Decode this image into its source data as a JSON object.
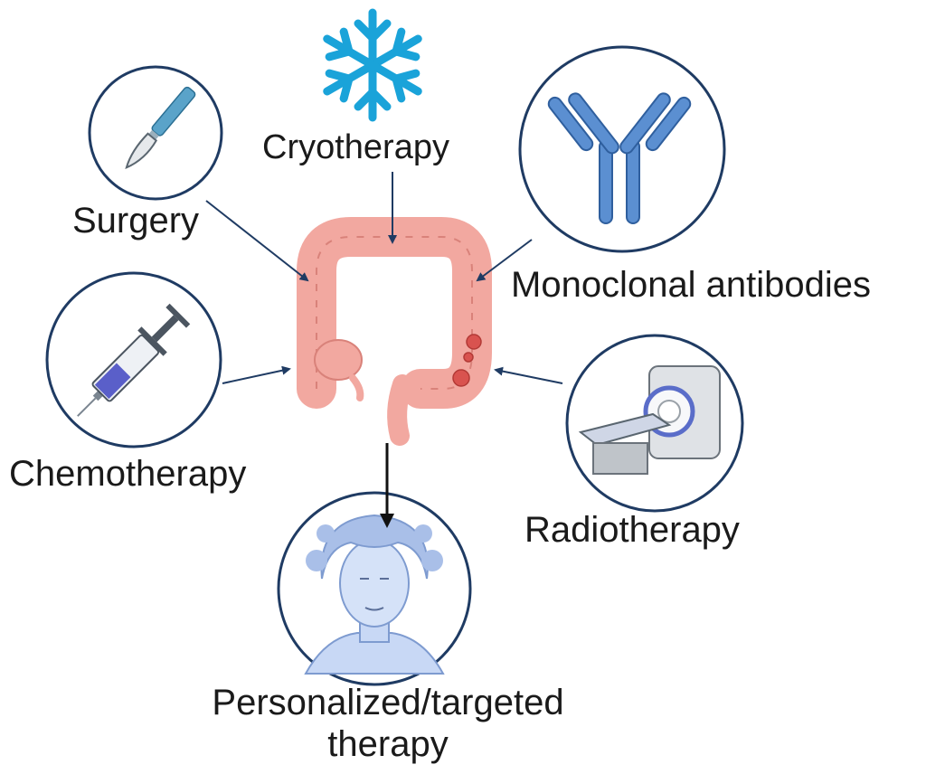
{
  "labels": {
    "cryotherapy": "Cryotherapy",
    "surgery": "Surgery",
    "monoclonal": "Monoclonal antibodies",
    "chemotherapy": "Chemotherapy",
    "radiotherapy": "Radiotherapy",
    "personalized_line1": "Personalized/targeted",
    "personalized_line2": "therapy"
  },
  "icons": {
    "cryotherapy": "snowflake-icon",
    "surgery": "scalpel-icon",
    "monoclonal": "antibody-icon",
    "chemotherapy": "syringe-icon",
    "radiotherapy": "mri-scanner-icon",
    "personalized": "patient-face-icon",
    "center": "colon-icon"
  },
  "colors": {
    "circle_border": "#1f3b63",
    "arrow": "#1f3b63",
    "snowflake": "#1aa3d9",
    "antibody": "#5b8fd1",
    "colon": "#f2a8a0",
    "tumor": "#d9534f",
    "syringe_fluid": "#5a5fc9",
    "face": "#b9cdf0"
  }
}
